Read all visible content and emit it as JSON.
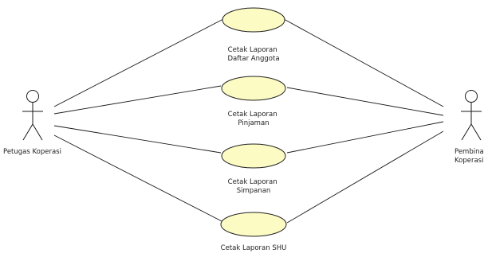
{
  "colors": {
    "usecase_fill": "#fdfbc4",
    "stroke": "#1a1a1a",
    "text": "#222222",
    "background": "#ffffff"
  },
  "actors": [
    {
      "id": "petugas",
      "label": "Petugas Koperasi"
    },
    {
      "id": "pembina",
      "label_lines": [
        "Pembina",
        "Koperasi"
      ]
    }
  ],
  "use_cases": [
    {
      "id": "uc1",
      "label_lines": [
        "Cetak Laporan",
        "Daftar Anggota"
      ]
    },
    {
      "id": "uc2",
      "label_lines": [
        "Cetak Laporan",
        "Pinjaman"
      ]
    },
    {
      "id": "uc3",
      "label_lines": [
        "Cetak Laporan",
        "Simpanan"
      ]
    },
    {
      "id": "uc4",
      "label_lines": [
        "Cetak Laporan SHU"
      ]
    }
  ],
  "associations": [
    {
      "from": "petugas",
      "to": "uc1"
    },
    {
      "from": "petugas",
      "to": "uc2"
    },
    {
      "from": "petugas",
      "to": "uc3"
    },
    {
      "from": "petugas",
      "to": "uc4"
    },
    {
      "from": "pembina",
      "to": "uc1"
    },
    {
      "from": "pembina",
      "to": "uc2"
    },
    {
      "from": "pembina",
      "to": "uc3"
    },
    {
      "from": "pembina",
      "to": "uc4"
    }
  ]
}
